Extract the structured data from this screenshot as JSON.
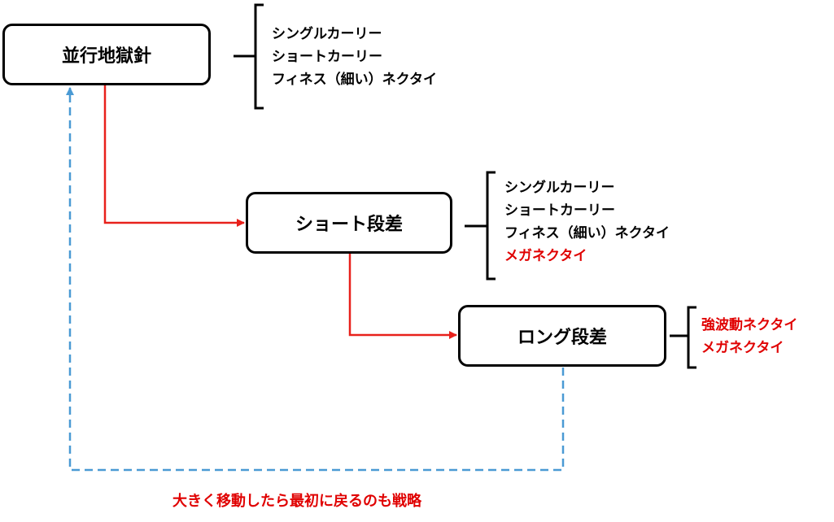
{
  "nodes": [
    {
      "label": "並行地獄針",
      "options": [
        "シングルカーリー",
        "ショートカーリー",
        "フィネス（細い）ネクタイ"
      ],
      "options_red": []
    },
    {
      "label": "ショート段差",
      "options": [
        "シングルカーリー",
        "ショートカーリー",
        "フィネス（細い）ネクタイ"
      ],
      "options_red": [
        "メガネクタイ"
      ]
    },
    {
      "label": "ロング段差",
      "options": [],
      "options_red": [
        "強波動ネクタイ",
        "メガネクタイ"
      ]
    }
  ],
  "return_note": "大きく移動したら最初に戻るのも戦略",
  "colors": {
    "flow_arrow": "#e8211b",
    "return_arrow": "#4a9ad4",
    "highlight_text": "#e00000"
  }
}
